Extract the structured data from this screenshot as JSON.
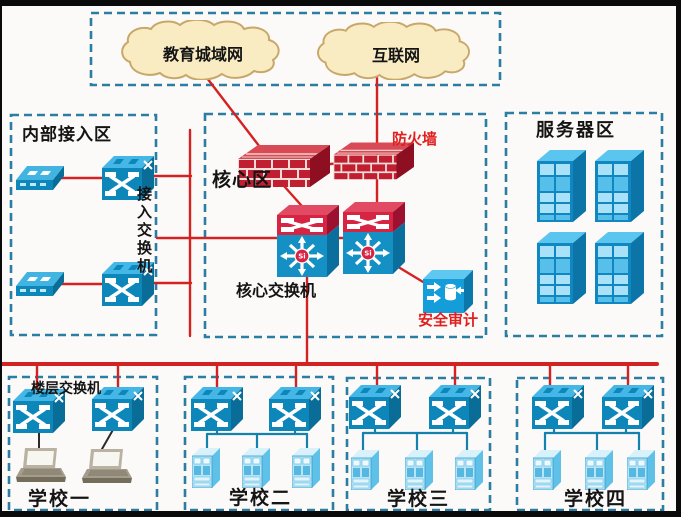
{
  "wan_zone": {
    "clouds": [
      {
        "label": "教育城域网"
      },
      {
        "label": "互联网"
      }
    ]
  },
  "zones": {
    "internal": {
      "title": "内部接入区",
      "switch_label": "接入交换机"
    },
    "core": {
      "title": "核心区",
      "firewall_label": "防火墙",
      "core_switch_label": "核心交换机",
      "audit_label": "安全审计",
      "si_badge": "Si"
    },
    "servers": {
      "title": "服务器区"
    }
  },
  "schools": {
    "floor_switch_label": "楼层交换机",
    "items": [
      {
        "name": "学校一"
      },
      {
        "name": "学校二"
      },
      {
        "name": "学校三"
      },
      {
        "name": "学校四"
      }
    ]
  },
  "colors": {
    "wan_link_red": "#d42222",
    "zone_border_teal": "#2a7ea4",
    "device_blue": "#0d86ba",
    "firewall_brick_red": "#c01f31",
    "core_switch_red": "#d62443",
    "lan_link_teal": "#1581ad",
    "cloud_fill": "#f9ecc3",
    "label_red": "#e01f1f"
  }
}
